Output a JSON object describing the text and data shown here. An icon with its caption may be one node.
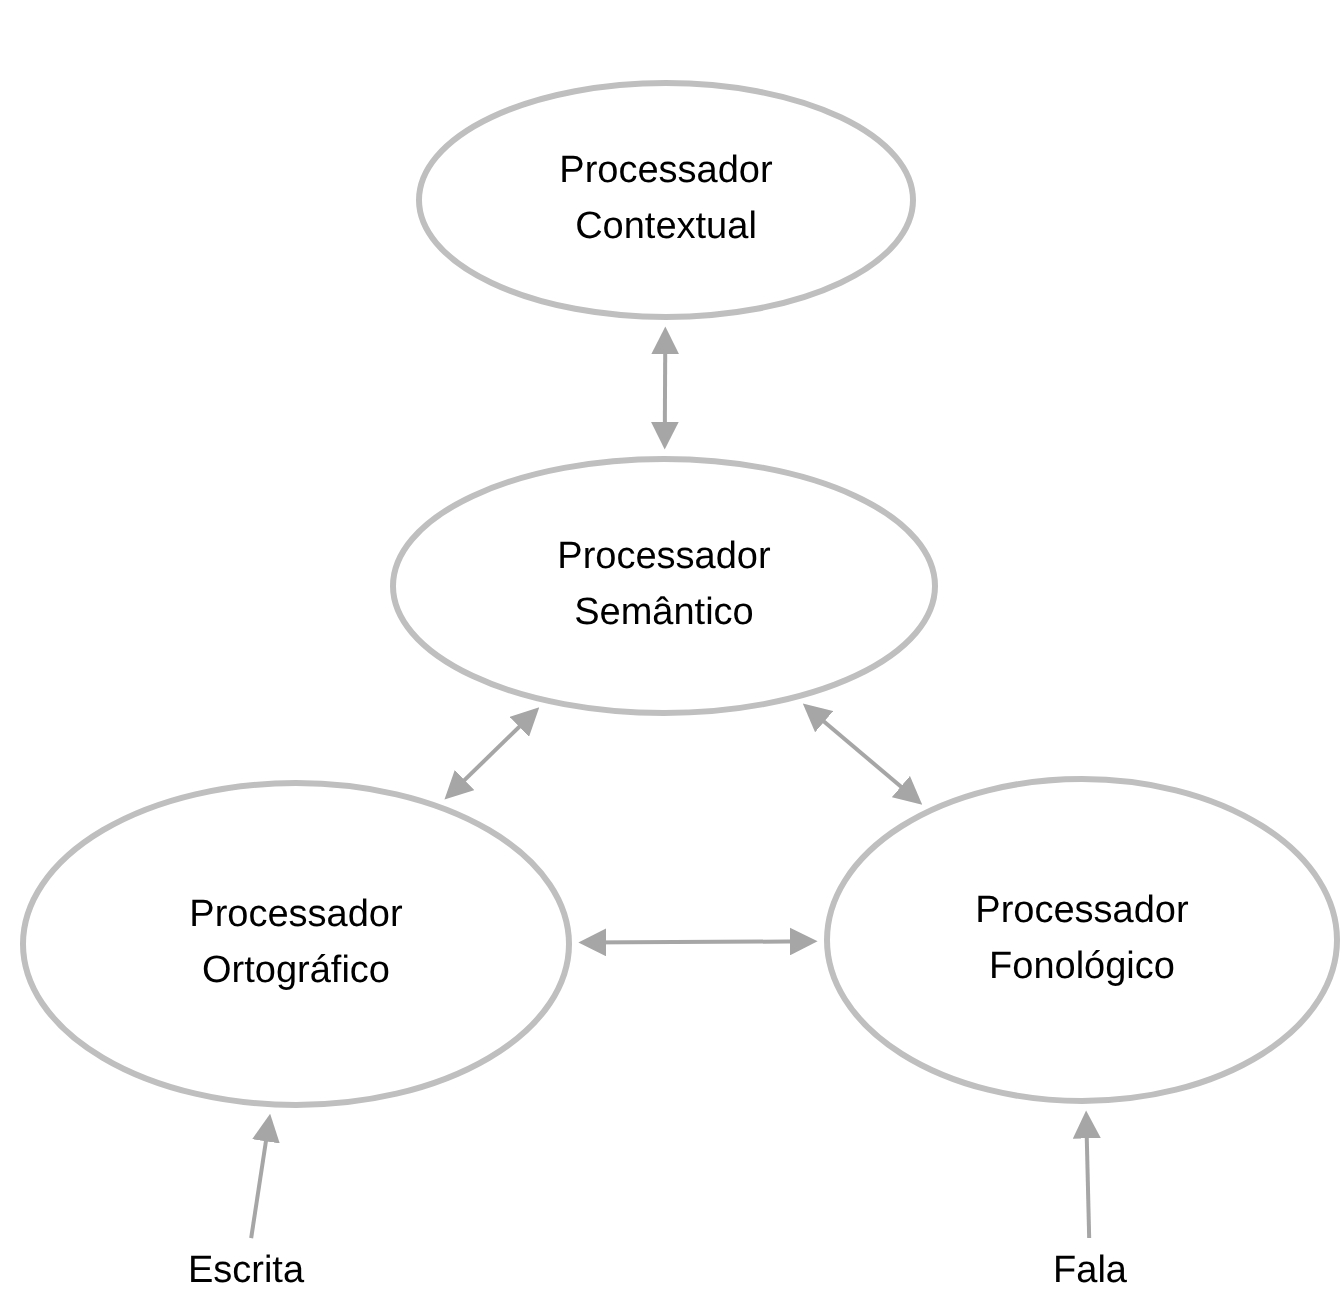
{
  "diagram": {
    "nodes": [
      {
        "text": [
          "Processador Contextual"
        ]
      },
      {
        "text": [
          "Processador Semântico"
        ]
      },
      {
        "text": [
          "Processador Ortográfico"
        ]
      },
      {
        "text": [
          "Processador Fonológico"
        ]
      },
      {
        "text": [
          "Escrita"
        ]
      },
      {
        "text": [
          "Fala"
        ]
      }
    ],
    "edges": [
      {
        "from": 0,
        "to": 1,
        "arrow": "both"
      },
      {
        "from": 1,
        "to": 2,
        "arrow": "both"
      },
      {
        "from": 1,
        "to": 3,
        "arrow": "both"
      },
      {
        "from": 2,
        "to": 3,
        "arrow": "both"
      },
      {
        "from": 4,
        "to": 2,
        "arrow": "to"
      },
      {
        "from": 5,
        "to": 3,
        "arrow": "to"
      }
    ]
  }
}
